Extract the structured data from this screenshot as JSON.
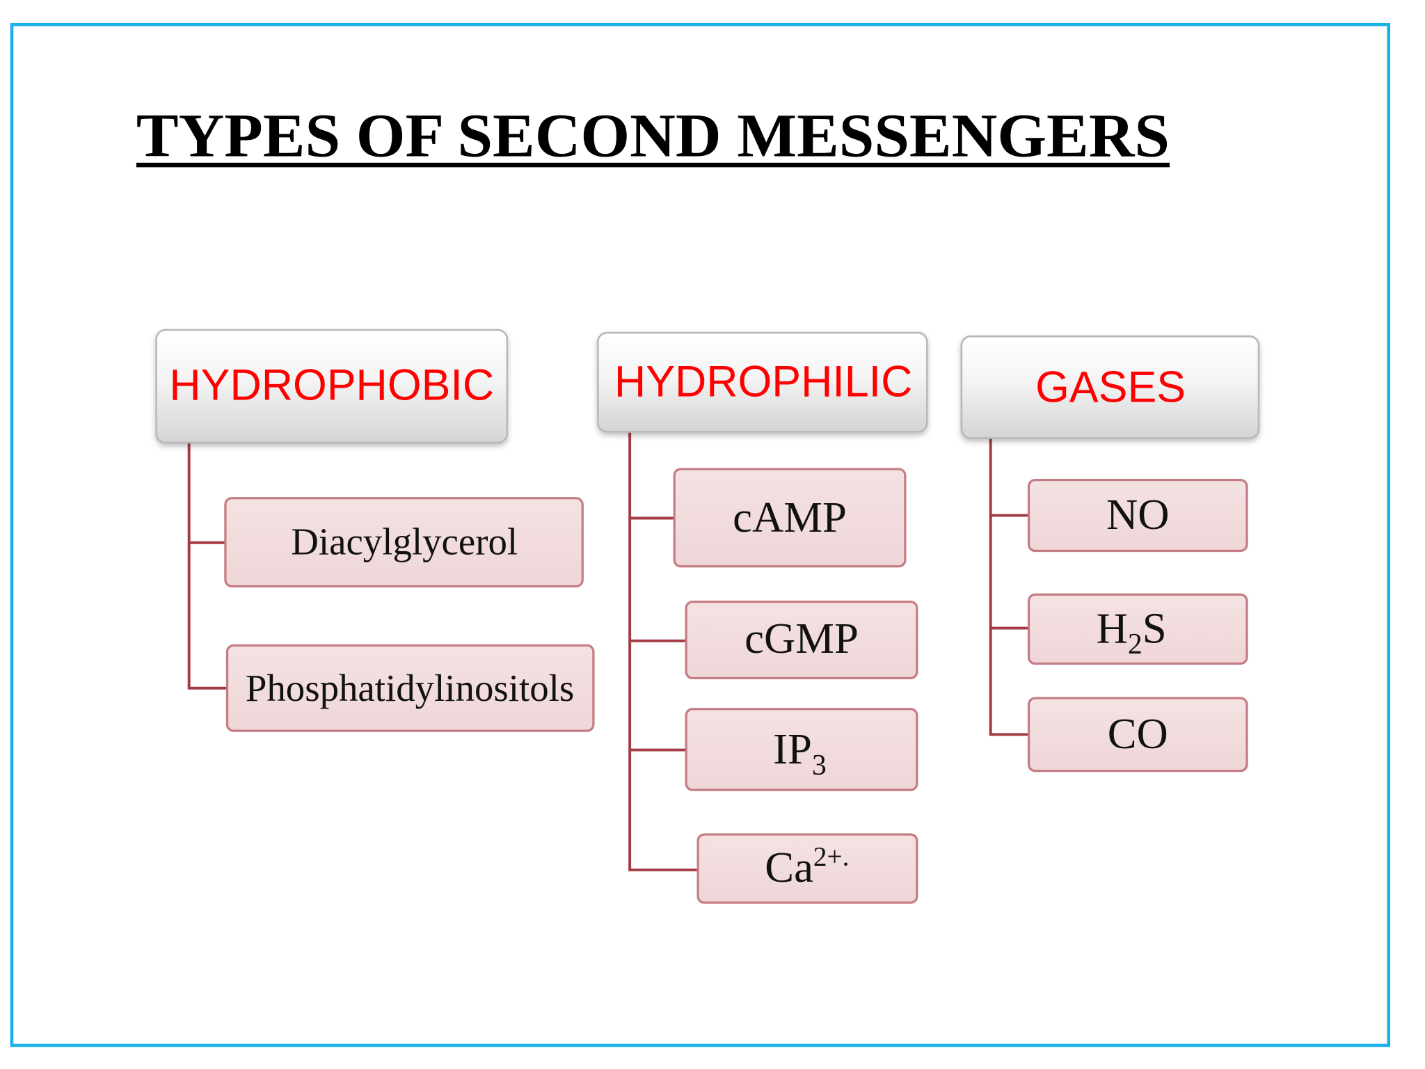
{
  "title": "TYPES OF SECOND MESSENGERS",
  "colors": {
    "border": "#1ab0e8",
    "header_text": "#ff0000",
    "connector": "#a33a44",
    "child_fill": "#f2dcdd"
  },
  "categories": [
    {
      "label": "HYDROPHOBIC",
      "items": [
        {
          "text": "Diacylglycerol"
        },
        {
          "text": "Phosphatidylinositols"
        }
      ]
    },
    {
      "label": "HYDROPHILIC",
      "items": [
        {
          "text": "cAMP"
        },
        {
          "text": "cGMP"
        },
        {
          "text": "IP",
          "sub": "3"
        },
        {
          "text": "Ca",
          "sup": "2+."
        }
      ]
    },
    {
      "label": "GASES",
      "items": [
        {
          "text": "NO"
        },
        {
          "text": "H",
          "sub": "2",
          "after": "S"
        },
        {
          "text": "CO"
        }
      ]
    }
  ]
}
